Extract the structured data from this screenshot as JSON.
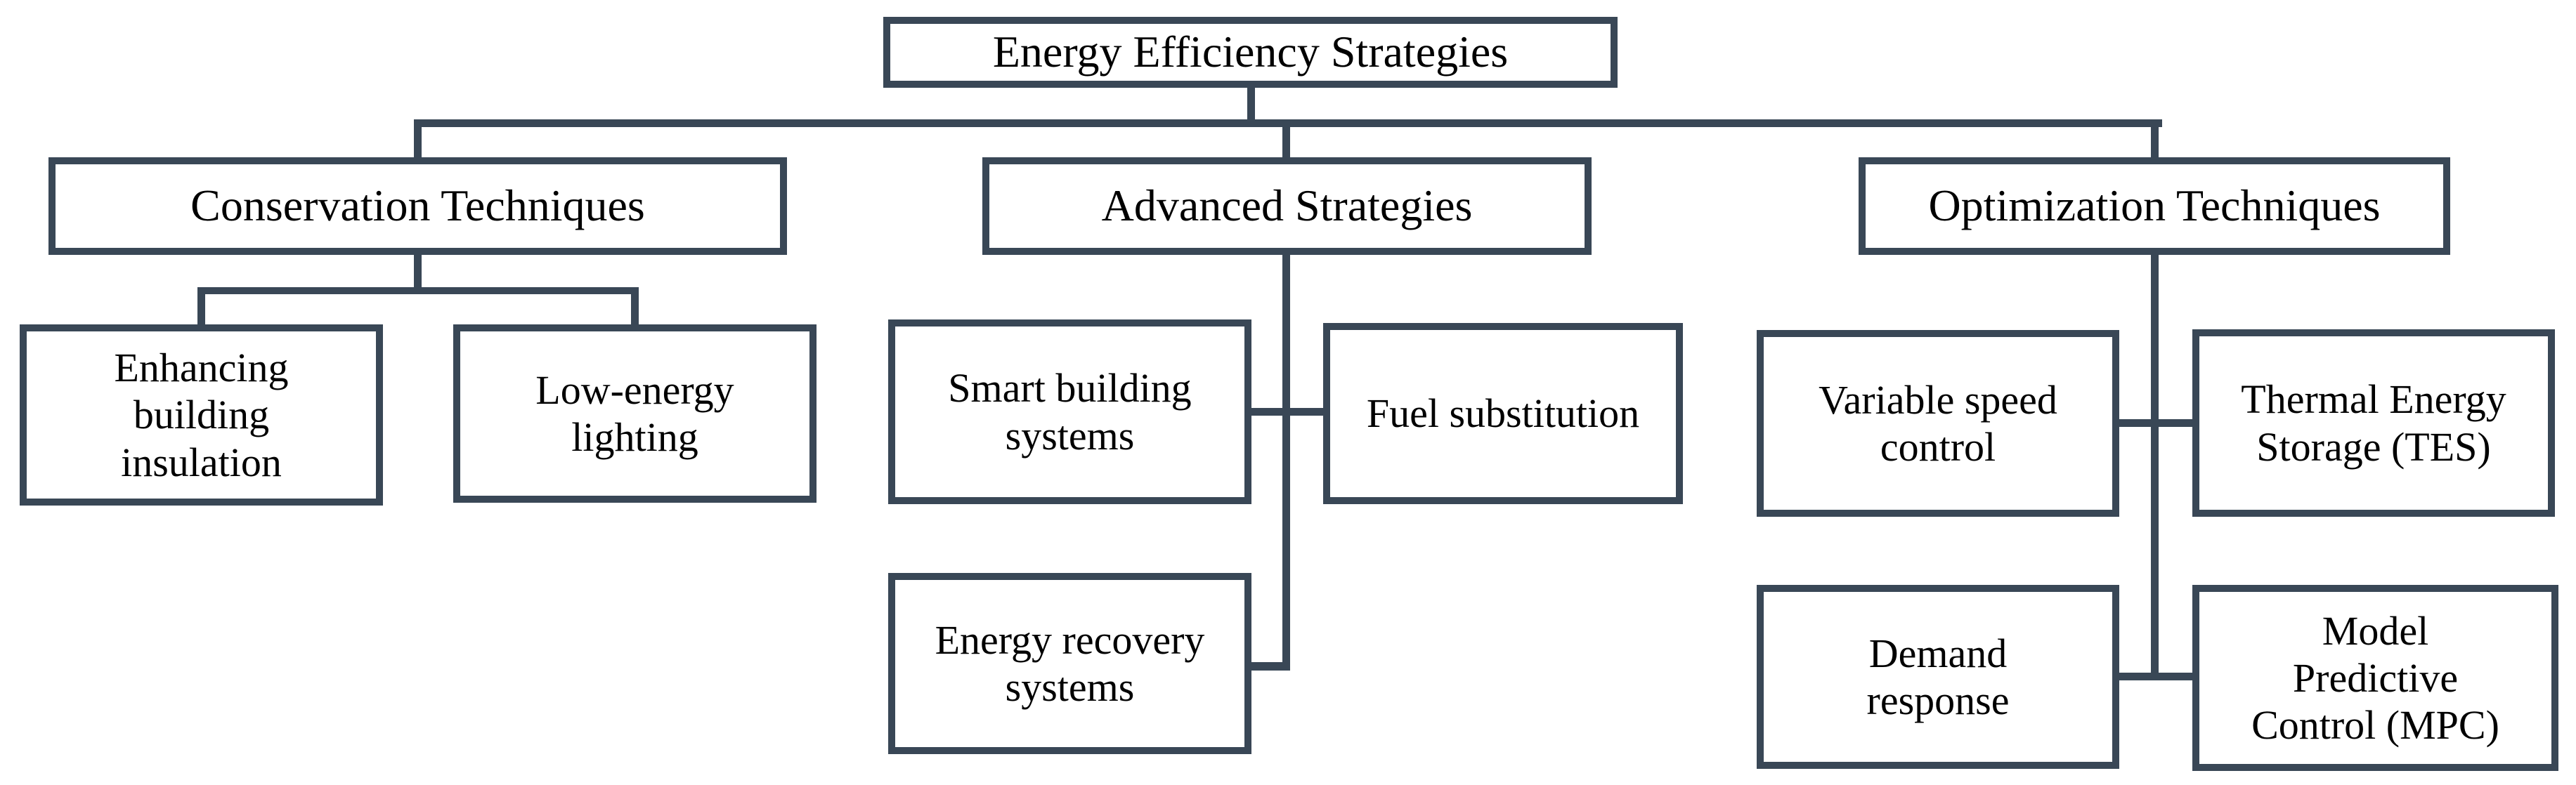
{
  "figure": {
    "type": "hierarchy-diagram",
    "levels": 3
  },
  "colors": {
    "line": "#394756",
    "text": "#000000",
    "background": "#ffffff"
  },
  "nodes": {
    "root": "Energy Efficiency Strategies",
    "conservation": "Conservation Techniques",
    "advanced": "Advanced Strategies",
    "optimization": "Optimization Techniques",
    "enhancing": "Enhancing\nbuilding\ninsulation",
    "lowenergy": "Low-energy\nlighting",
    "smart": "Smart building\nsystems",
    "fuel": "Fuel substitution",
    "energyrec": "Energy recovery\nsystems",
    "variable": "Variable speed\ncontrol",
    "tes": "Thermal Energy\nStorage (TES)",
    "demand": "Demand\nresponse",
    "mpc": "Model\nPredictive\nControl (MPC)"
  },
  "hierarchy": {
    "Energy Efficiency Strategies": {
      "Conservation Techniques": [
        "Enhancing building insulation",
        "Low-energy lighting"
      ],
      "Advanced Strategies": [
        "Smart building systems",
        "Fuel substitution",
        "Energy recovery systems"
      ],
      "Optimization Techniques": [
        "Variable speed control",
        "Thermal Energy Storage (TES)",
        "Demand response",
        "Model Predictive Control (MPC)"
      ]
    }
  }
}
